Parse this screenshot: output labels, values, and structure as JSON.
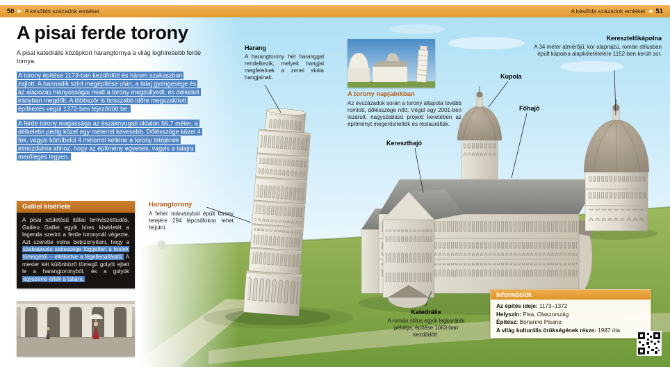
{
  "palette": {
    "accent_orange": "#e09a2e",
    "heading_orange": "#b65e15",
    "highlight_blue": "#4d83c3",
    "sky": "#b9e4f6",
    "grass": "#83a748"
  },
  "header": {
    "left_page": "50",
    "left_arrow": "▶",
    "left_title": "A későbbi századok emlékei",
    "right_title": "A későbbi századok emlékei",
    "right_arrow": "◀",
    "right_page": "51"
  },
  "article": {
    "title": "A pisai ferde torony",
    "intro": "A pisai katedrális középkori harangtornya a világ leghíresebb ferde tornya.",
    "para1": "A torony építése 1173-ban kezdődött és három szakaszban zajlott. A harmadik szint megépítése után, a talaj gyengesége és az alapozás hiányosságai miatt a torony megsüllyedt, és délkeleti irányban megdőlt. A többször is hosszabb időre megszakított építkezés végül 1372-ben fejeződött be.",
    "para2": "A ferde torony magassága az északnyugati oldalon 56,7 méter, a délkeletin pedig közel egy méterrel kevesebb. Dőlésszöge közel 4 fok, vagyis körülbelül 4 méterrel kellene a torony tetejének elmozdulnia ahhoz, hogy az építmény egyenes, vagyis a talajra merőleges legyen."
  },
  "galilei": {
    "title": "Galilei kísérlete",
    "segments": [
      {
        "t": "A pisai születésű itáliai természettudós, Galileo Galilei egyik híres kísérletét a legenda szerint a ferde toronynál végezte. Azt szerette volna bebizonyítani, hogy a ",
        "h": false
      },
      {
        "t": "szabadesés sebessége független a testek tömegétől – eltekintve a légellenállástól.",
        "h": true
      },
      {
        "t": " A mester két különböző tömegű golyót ejtett le a harangtoronyból, és a golyók ",
        "h": false
      },
      {
        "t": "egyszerre értek a talajra.",
        "h": true
      }
    ]
  },
  "labels": {
    "harang": {
      "title": "Harang",
      "text": "A harangtorony hét haranggal rendelkezik, melyek hangjai megfelelnek a zenei skála hangjainak."
    },
    "napjainkban": {
      "title": "A torony napjainkban",
      "text": "Az évszázadok során a torony állapota tovább romlott, dőlésszöge nőtt. Végül egy 2001-ben lezárult, nagyszabású projekt keretében az építményt megerősítették és restaurálták."
    },
    "keresztelokapolna": {
      "title": "Keresztelőkápolna",
      "text": "A 34 méter átmérőjű, kör alaprajzú, román stílusban épült kápolna alapkőletételére 1152-ben került sor."
    },
    "kupola": {
      "title": "Kupola"
    },
    "fohajo": {
      "title": "Főhajó"
    },
    "kereszthajo": {
      "title": "Kereszthajó"
    },
    "harangtorony": {
      "title": "Harangtorony",
      "text": "A fehér márványból épült torony tetejére 294 lépcsőfokon lehet feljutni."
    },
    "katedralis": {
      "title": "Katedrális",
      "text": "A román stílus egyik legkorábbi példája, építése 1063-ban kezdődött."
    }
  },
  "infobox": {
    "title": "Információk",
    "rows": [
      {
        "label": "Az építés ideje:",
        "value": "1173–1372"
      },
      {
        "label": "Helyszín:",
        "value": "Pisa, Olaszország"
      },
      {
        "label": "Építész:",
        "value": "Bonanno Pisano"
      },
      {
        "label": "A világ kulturális örökségének része:",
        "value": "1987 óta"
      }
    ]
  },
  "icons": {
    "qr": "qr-code"
  }
}
